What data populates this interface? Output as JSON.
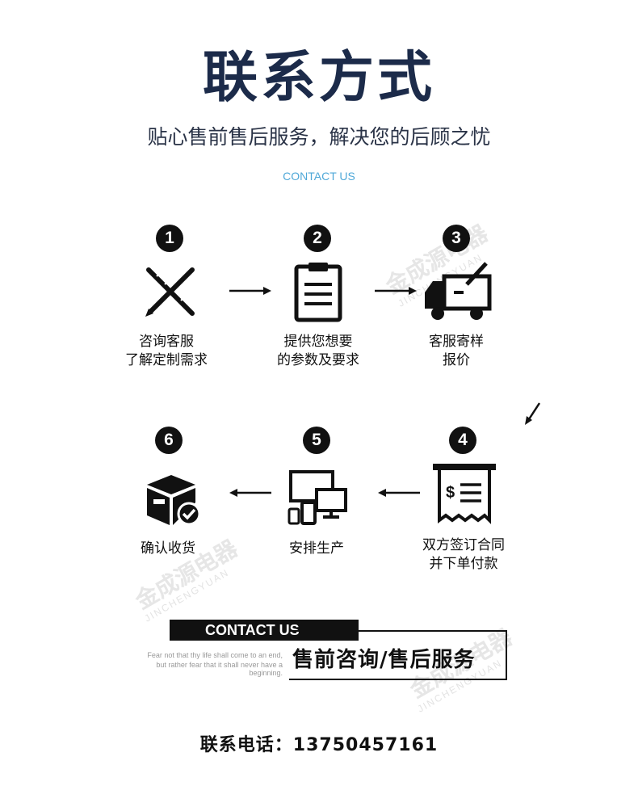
{
  "header": {
    "title": "联系方式",
    "subtitle": "贴心售前售后服务，解决您的后顾之忧",
    "contact_small": "CONTACT US"
  },
  "steps": [
    {
      "number": "1",
      "line1": "咨询客服",
      "line2": "了解定制需求",
      "icon": "ruler-pencil-icon"
    },
    {
      "number": "2",
      "line1": "提供您想要",
      "line2": "的参数及要求",
      "icon": "clipboard-icon"
    },
    {
      "number": "3",
      "line1": "客服寄样",
      "line2": "报价",
      "icon": "truck-icon"
    },
    {
      "number": "4",
      "line1": "双方签订合同",
      "line2": "并下单付款",
      "icon": "receipt-icon"
    },
    {
      "number": "5",
      "line1": "安排生产",
      "line2": "",
      "icon": "devices-icon"
    },
    {
      "number": "6",
      "line1": "确认收货",
      "line2": "",
      "icon": "box-check-icon"
    }
  ],
  "footer": {
    "contact_bar": "CONTACT US",
    "quote_line1": "Fear not that thy life shall come to an end,",
    "quote_line2": "but rather fear that it shall never have a beginning.",
    "service_tag": "售前咨询/售后服务",
    "phone": "联系电话：13750457161"
  },
  "watermark": {
    "cn": "金成源电器",
    "en": "JINCHENGYUAN"
  },
  "colors": {
    "title": "#1c2b4a",
    "accent": "#4fa8d8",
    "dark": "#111111"
  }
}
